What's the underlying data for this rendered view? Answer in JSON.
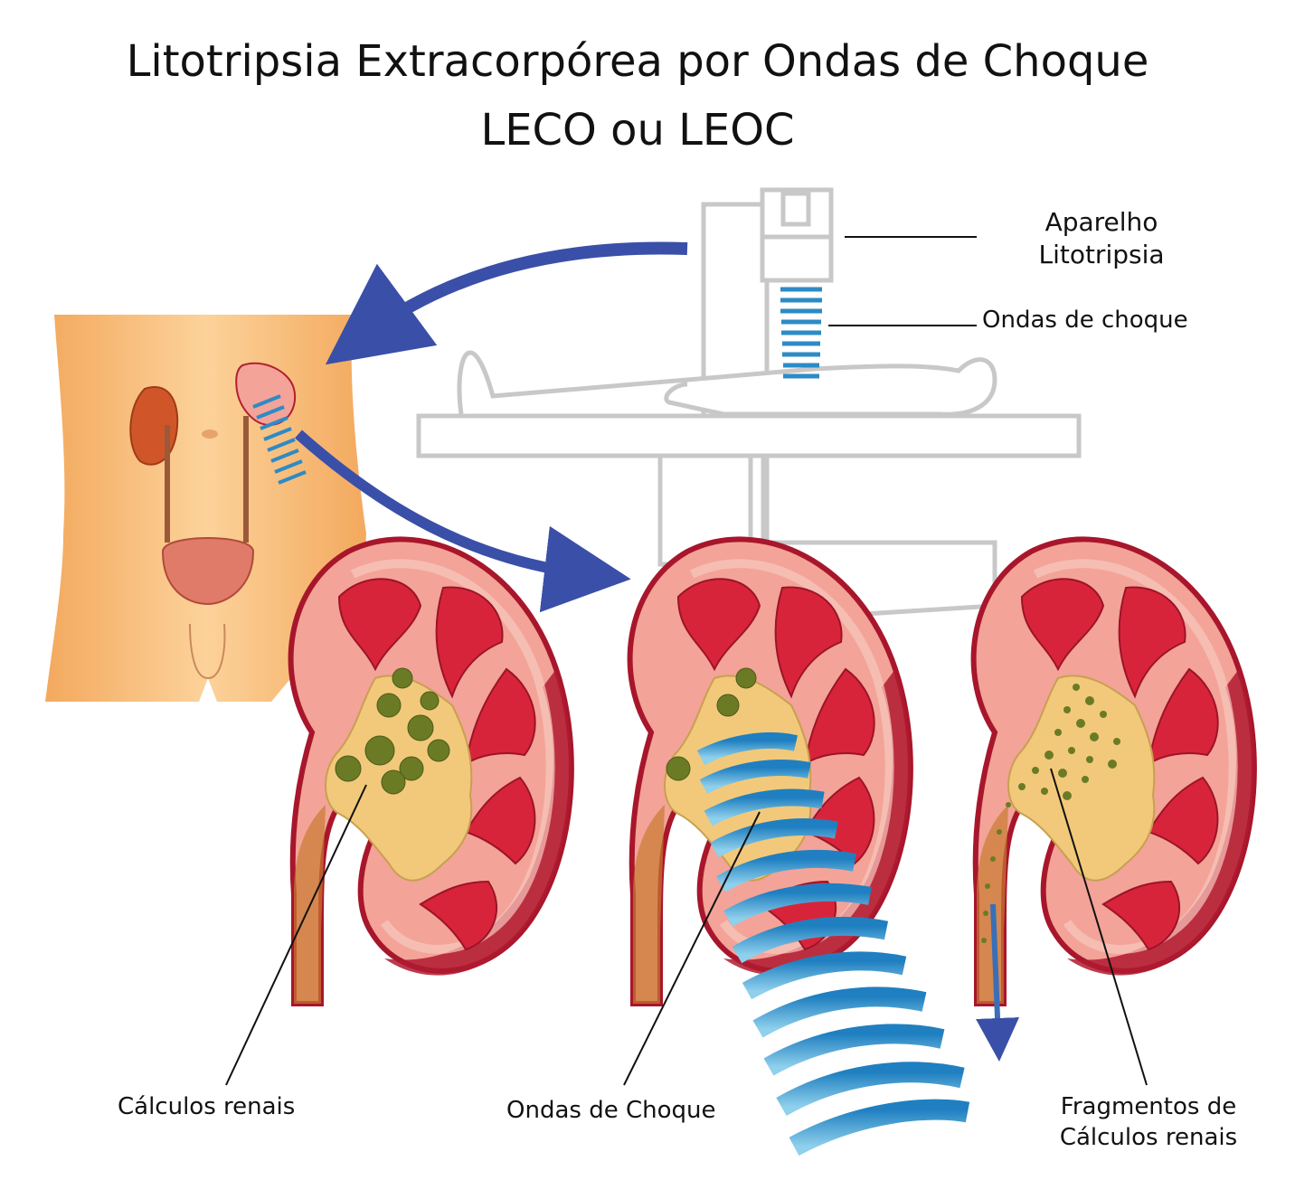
{
  "title": {
    "line1": "Litotripsia Extracorpórea por Ondas de Choque",
    "line2": "LECO ou LEOC"
  },
  "labels": {
    "device_line1": "Aparelho",
    "device_line2": "Litotripsia",
    "shockwaves_top": "Ondas de choque",
    "kidney_stones": "Cálculos renais",
    "shockwaves_bottom": "Ondas de Choque",
    "fragments_line1": "Fragmentos de",
    "fragments_line2": "Cálculos renais"
  },
  "colors": {
    "skin": "#f8c27e",
    "kidney_cortex": "#f0908a",
    "kidney_outline": "#b02030",
    "pyramid": "#d8243a",
    "pelvis": "#f2c97a",
    "stone": "#6b7b25",
    "wave": "#2c8bc6",
    "arrow": "#3a4fa8",
    "machine_line": "#c8c8c8"
  }
}
